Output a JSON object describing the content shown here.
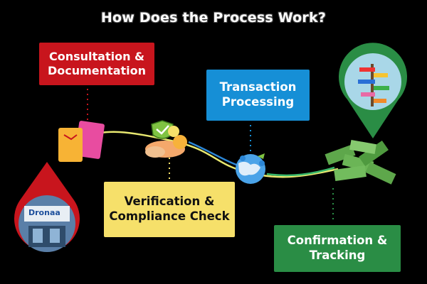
{
  "title": "How Does the Process Work?",
  "steps": [
    {
      "line1": "Consultation &",
      "line2": "Documentation"
    },
    {
      "line1": "Transaction",
      "line2": "Processing"
    },
    {
      "line1": "Verification &",
      "line2": "Compliance Check"
    },
    {
      "line1": "Confirmation &",
      "line2": "Tracking"
    }
  ],
  "office_sign": "Dronaa",
  "colors": {
    "red": "#c8151d",
    "blue": "#168fd6",
    "yellow": "#f6e06a",
    "green": "#2a8d45"
  }
}
